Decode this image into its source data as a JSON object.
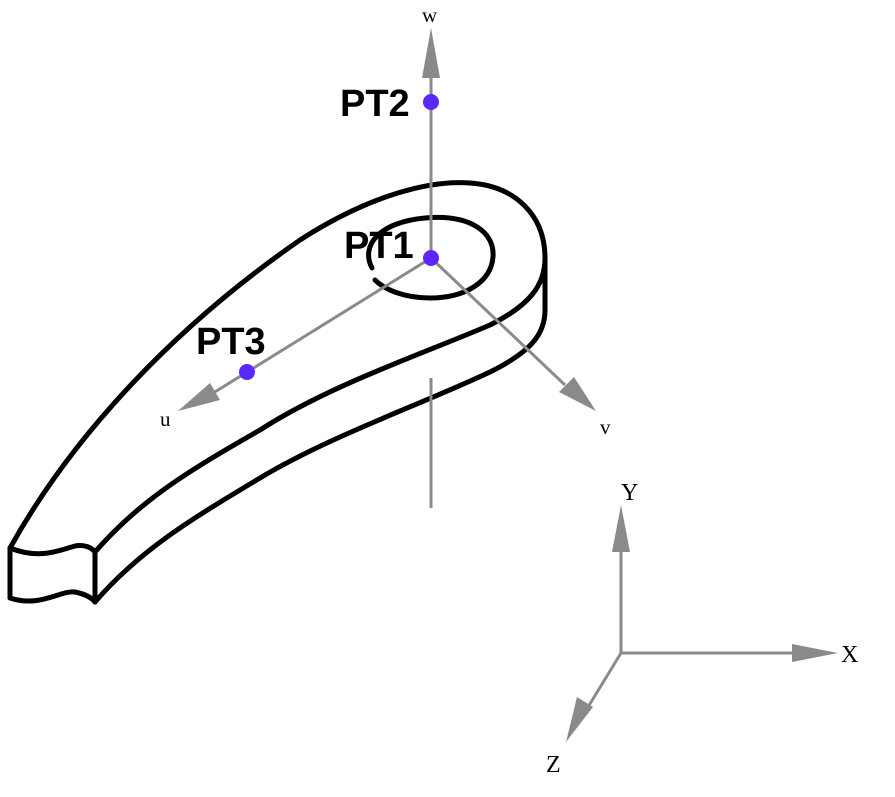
{
  "colors": {
    "axis": "#8a8a8a",
    "outline": "#000000",
    "point": "#5a28ff",
    "background": "#ffffff"
  },
  "points": {
    "pt1": "PT1",
    "pt2": "PT2",
    "pt3": "PT3"
  },
  "local_axes": {
    "u": "u",
    "v": "v",
    "w": "w"
  },
  "global_axes": {
    "x": "X",
    "y": "Y",
    "z": "Z"
  }
}
